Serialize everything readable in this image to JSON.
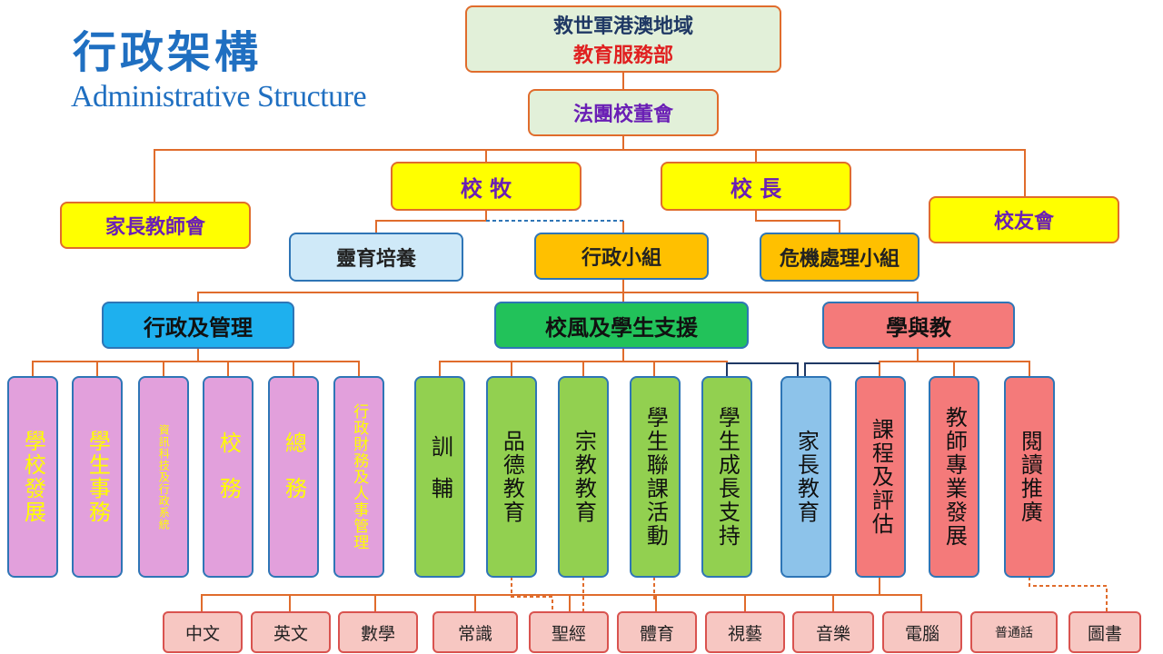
{
  "title": {
    "zh": "行政架構",
    "en": "Administrative Structure"
  },
  "top": {
    "line1": "救世軍港澳地域",
    "line2": "教育服務部"
  },
  "board": "法團校董會",
  "pastor": "校 牧",
  "principal": "校 長",
  "pta": "家長教師會",
  "alumni": "校友會",
  "spiritual": "靈育培養",
  "admin_group": "行政小組",
  "crisis": "危機處理小組",
  "sections": {
    "admin_mgmt": "行政及管理",
    "school_culture": "校風及學生支援",
    "learning": "學與教"
  },
  "admin_items": [
    "學校發展",
    "學生事務",
    "資訊科技及行政系統",
    "校務",
    "總務",
    "行政財務及人事管理"
  ],
  "culture_items": [
    "訓輔",
    "品德教育",
    "宗教教育",
    "學生聯課活動",
    "學生成長支持",
    "家長教育"
  ],
  "learning_items": [
    "課程及評估",
    "教師專業發展",
    "閱讀推廣"
  ],
  "subjects": [
    "中文",
    "英文",
    "數學",
    "常識",
    "聖經",
    "體育",
    "視藝",
    "音樂",
    "電腦",
    "普通話",
    "圖書"
  ],
  "colors": {
    "title": "#1f6fc1",
    "purple_text": "#6a1fb5",
    "yellow": "#ffff00",
    "orange": "#ffc000",
    "light_blue": "#cfe9f8",
    "blue": "#1eb0ee",
    "green": "#22c25a",
    "salmon": "#f47a7a",
    "pink": "#e2a0dc",
    "light_green": "#92d050",
    "sky": "#8dc3ea",
    "line": "#e06c2c"
  }
}
